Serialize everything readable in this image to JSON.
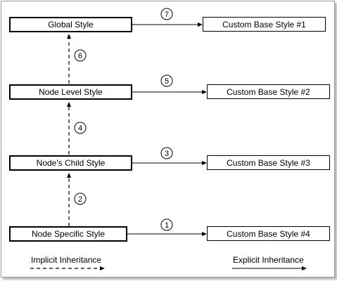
{
  "left_boxes": [
    "Global Style",
    "Node Level Style",
    "Node's Child Style",
    "Node Specific Style"
  ],
  "right_boxes": [
    "Custom Base Style #1",
    "Custom Base Style #2",
    "Custom Base Style #3",
    "Custom Base Style #4"
  ],
  "step_numbers": {
    "explicit": [
      "7",
      "5",
      "3",
      "1"
    ],
    "implicit": [
      "6",
      "4",
      "2"
    ]
  },
  "legend": {
    "implicit": "Implicit Inheritance",
    "explicit": "Explicit Inheritance"
  }
}
